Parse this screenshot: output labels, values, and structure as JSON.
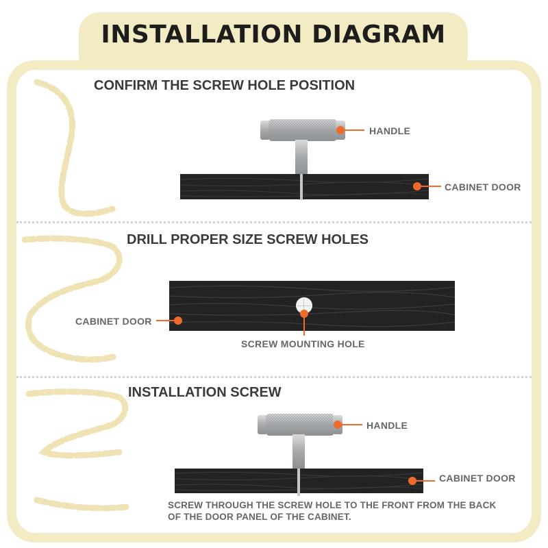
{
  "title": "INSTALLATION DIAGRAM",
  "steps": [
    {
      "title": "CONFIRM THE SCREW HOLE POSITION",
      "labels": {
        "handle": "HANDLE",
        "door": "CABINET DOOR"
      }
    },
    {
      "title": "DRILL PROPER SIZE SCREW HOLES",
      "labels": {
        "door": "CABINET DOOR",
        "hole": "SCREW MOUNTING HOLE"
      }
    },
    {
      "title": "INSTALLATION SCREW",
      "labels": {
        "handle": "HANDLE",
        "door": "CABINET DOOR"
      },
      "note": "SCREW THROUGH THE SCREW HOLE TO THE FRONT FROM THE BACK OF THE DOOR PANEL OF THE CABINET."
    }
  ],
  "colors": {
    "accent": "#ef6b2a",
    "frame": "#f3ebc4",
    "board": "#232323",
    "metal": "#b9bcbf"
  }
}
